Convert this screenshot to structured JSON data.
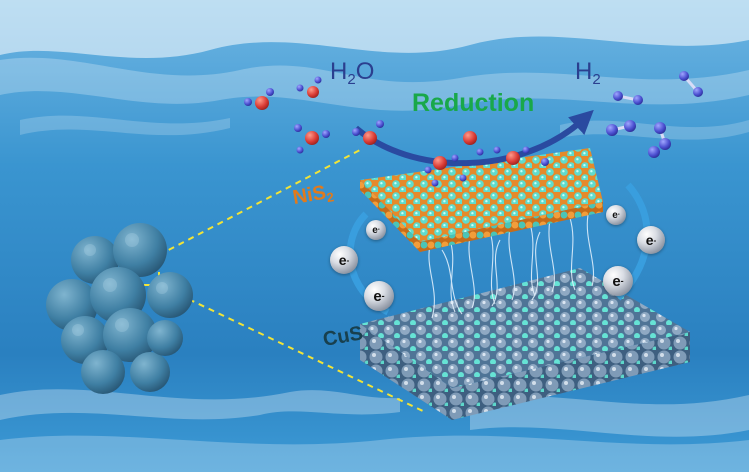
{
  "labels": {
    "water": "H",
    "water_sub": "2",
    "water_tail": "O",
    "hydrogen": "H",
    "hydrogen_sub": "2",
    "reduction": "Reduction",
    "nis2_main": "NiS",
    "nis2_sub": "2",
    "cus": "CuS"
  },
  "electron": {
    "symbol": "e",
    "charge": "-"
  },
  "colors": {
    "water_background": "#2f86c4",
    "reduction_text": "#19a84a",
    "nis2_text": "#e07a1c",
    "nis2_atom_orange": "#f0962f",
    "sulfur_atom_cyan": "#62e1d3",
    "cus_atom_blue": "#8aa6c2",
    "oxygen_atom": "#d93a34",
    "hydrogen_atom": "#4b4fd0",
    "dashed_guide": "#f2e437"
  }
}
